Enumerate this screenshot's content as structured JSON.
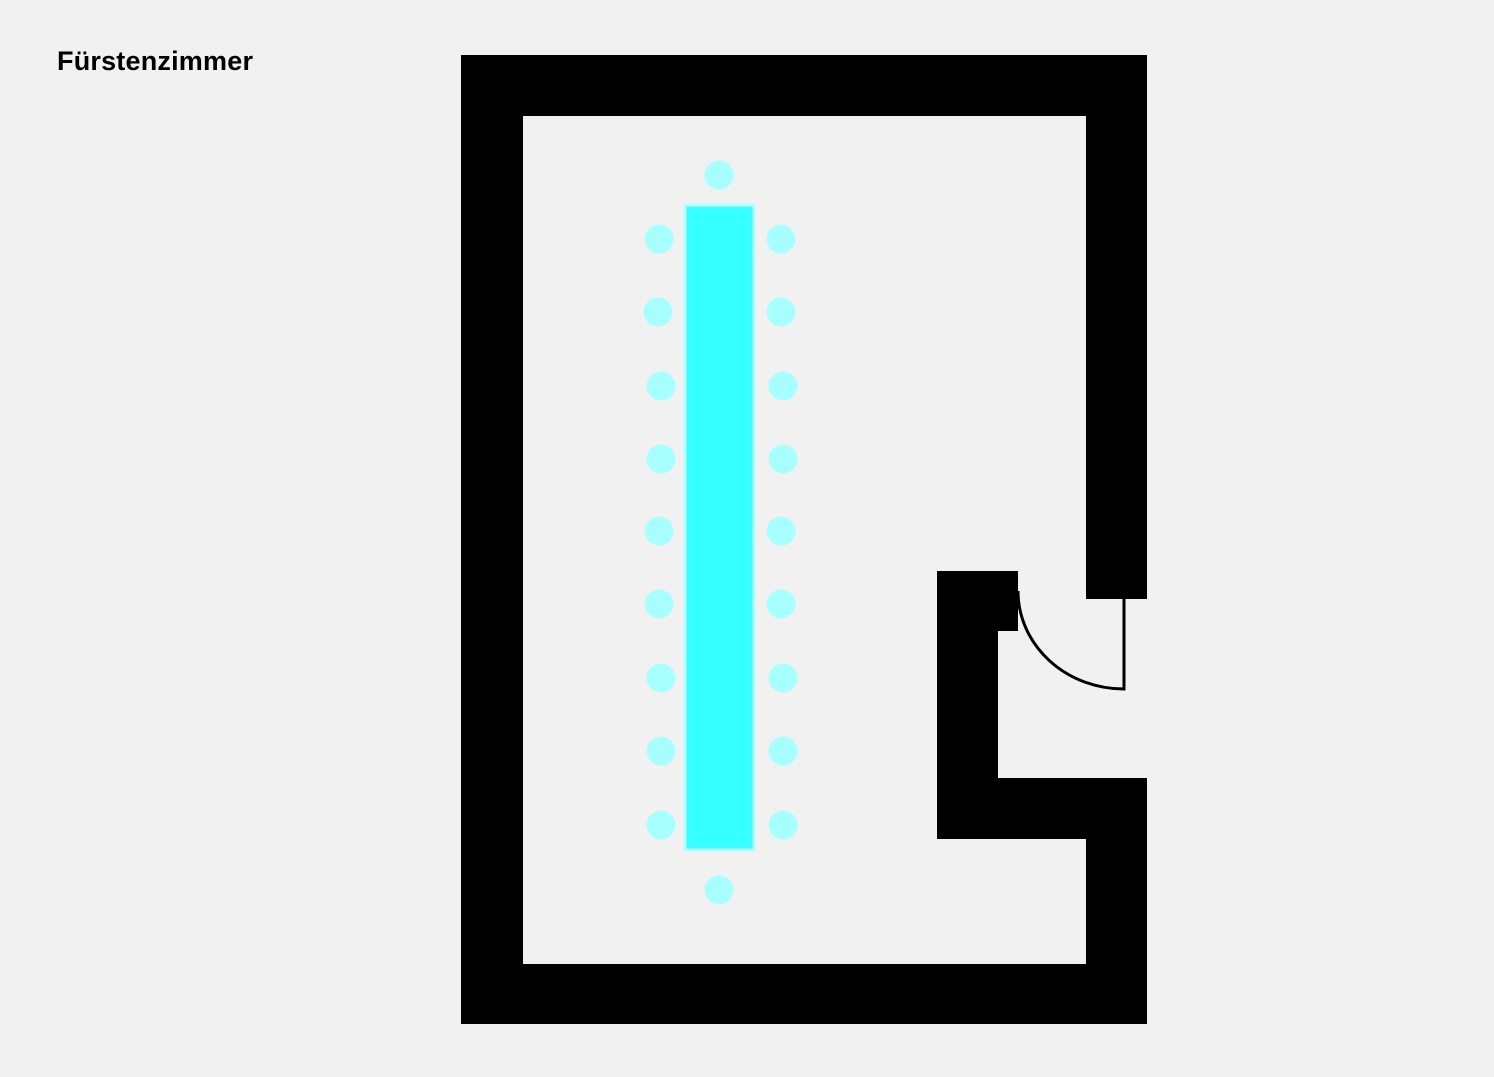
{
  "room": {
    "title": "Fürstenzimmer"
  },
  "colors": {
    "background": "#f1f1f1",
    "wall": "#000000",
    "table_fill": "#35ffff",
    "table_stroke": "#b8ffff",
    "chair": "#a8ffff",
    "door_swing": "#000000"
  },
  "furniture": {
    "table_count": 1,
    "chairs_per_long_side": 9,
    "chairs_at_head": 1,
    "chairs_at_foot": 1,
    "total_chairs": 20
  },
  "icons": {
    "door": "door-swing-icon"
  }
}
